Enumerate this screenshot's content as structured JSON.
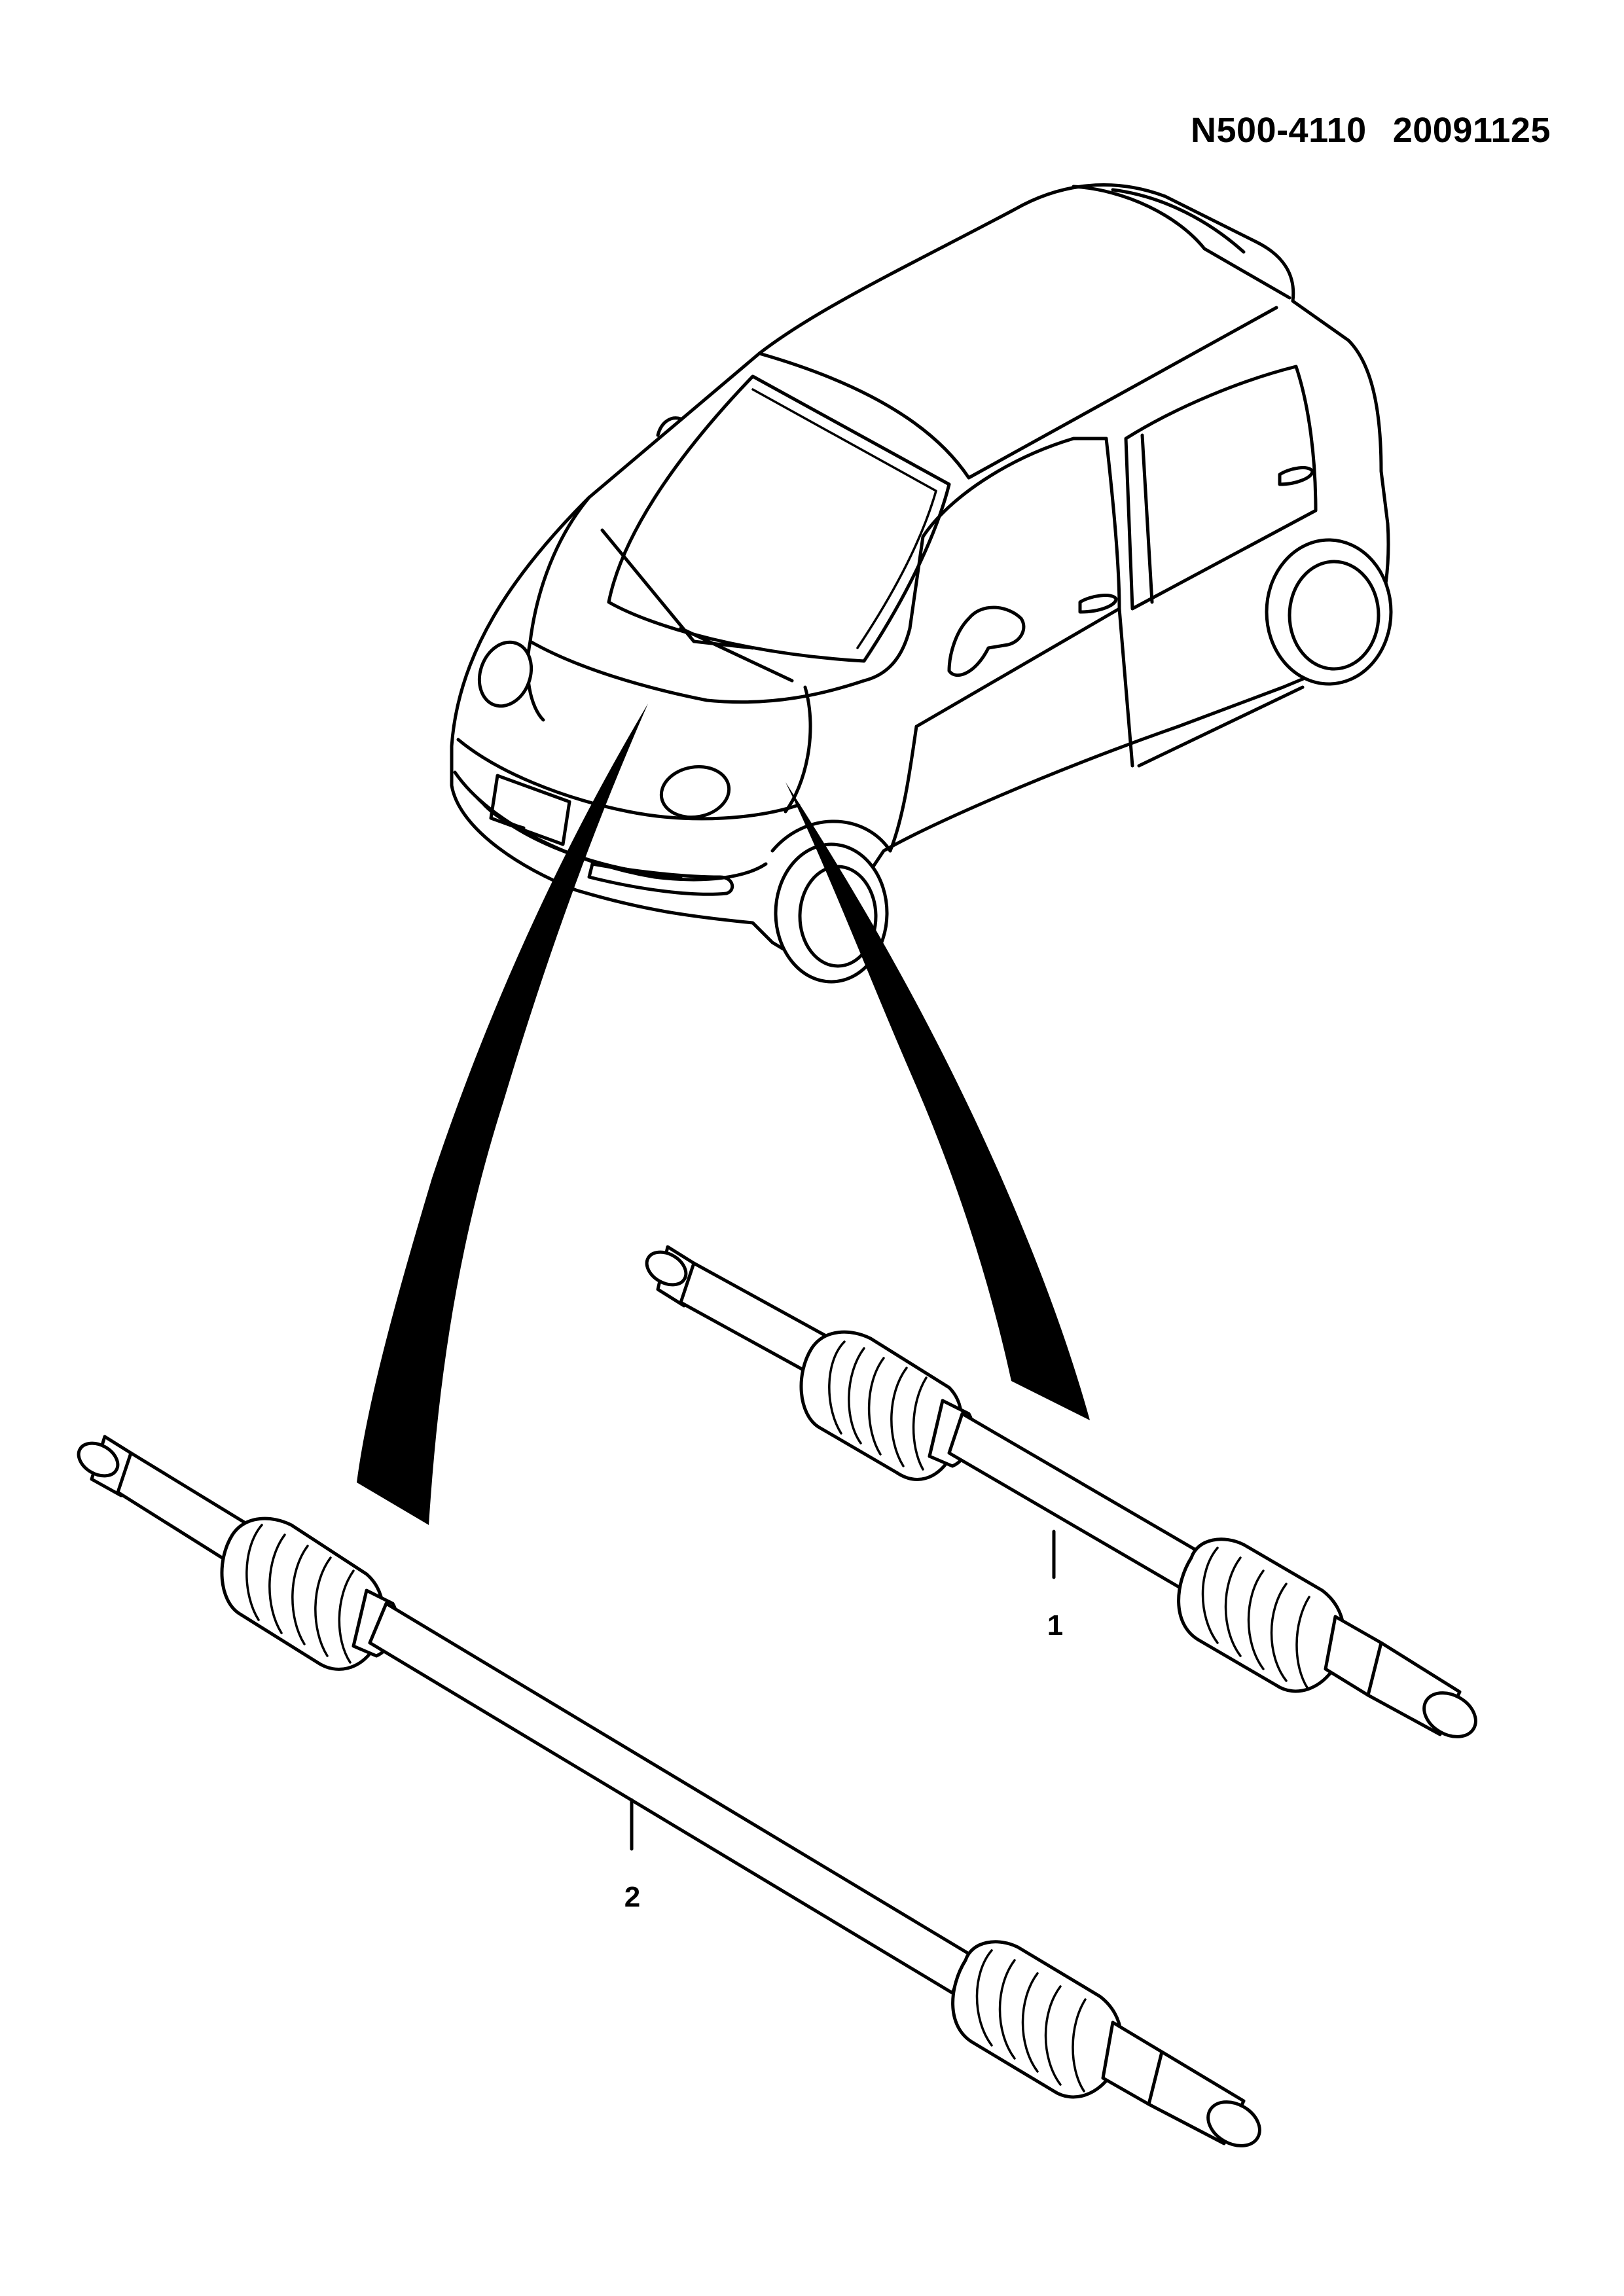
{
  "header": {
    "drawing_number": "N500-4110",
    "date_code": "20091125"
  },
  "callouts": [
    {
      "label": "1",
      "part": "drive-shaft-right"
    },
    {
      "label": "2",
      "part": "drive-shaft-left"
    }
  ]
}
